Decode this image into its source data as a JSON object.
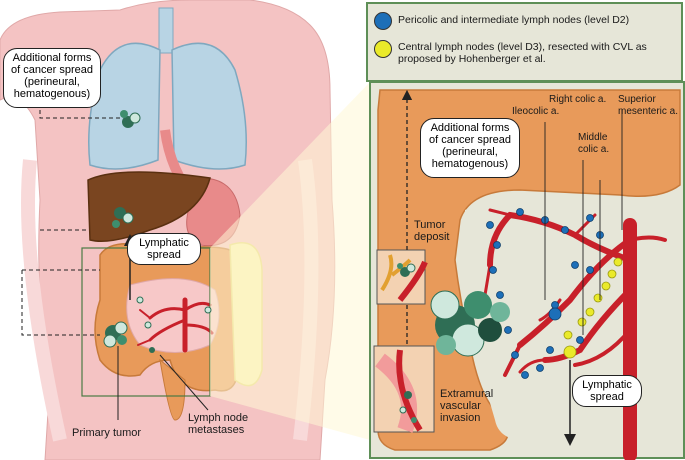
{
  "legend": {
    "d2_label": "Pericolic and intermediate lymph nodes (level D2)",
    "d3_label": "Central lymph nodes (level D3), resected with CVL as proposed by Hohenberger et al.",
    "d2_color": "#1d6fb8",
    "d3_color": "#eaea2a"
  },
  "left": {
    "spread_note": "Additional forms of cancer spread (perineural, hematogenous)",
    "lymphatic_spread": "Lymphatic spread",
    "primary_tumor": "Primary tumor",
    "lymph_node_metastases": "Lymph node metastases"
  },
  "right": {
    "spread_note": "Additional forms of cancer spread (perineural, hematogenous)",
    "tumor_deposit": "Tumor deposit",
    "extramural_invasion": "Extramural vascular invasion",
    "lymphatic_spread": "Lymphatic spread",
    "ileocolic": "Ileocolic a.",
    "right_colic": "Right colic a.",
    "middle_colic": "Middle colic a.",
    "superior_mesenteric": "Superior mesenteric a."
  },
  "colors": {
    "skin": "#f4c3c3",
    "lung": "#b8d4e4",
    "liver": "#7a4520",
    "colon": "#e89a5a",
    "artery": "#c8202a",
    "panel_bg": "#e6e6d8",
    "panel_border": "#5e8f57"
  }
}
